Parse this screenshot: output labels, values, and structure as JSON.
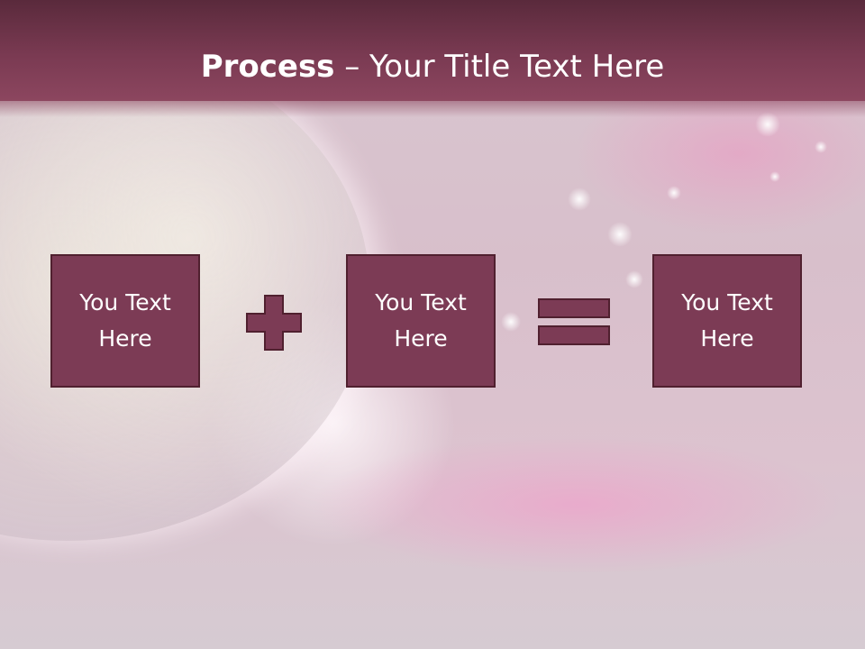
{
  "slide": {
    "title_bold": "Process",
    "title_rest": " – Your Title Text Here",
    "boxes": [
      {
        "label": "You Text Here"
      },
      {
        "label": "You Text Here"
      },
      {
        "label": "You Text Here"
      }
    ],
    "operators": [
      "plus-icon",
      "equals-icon"
    ]
  },
  "colors": {
    "header": "#7a3a52",
    "box_fill": "#7c3b55",
    "box_border": "#50202f",
    "text": "#ffffff"
  }
}
